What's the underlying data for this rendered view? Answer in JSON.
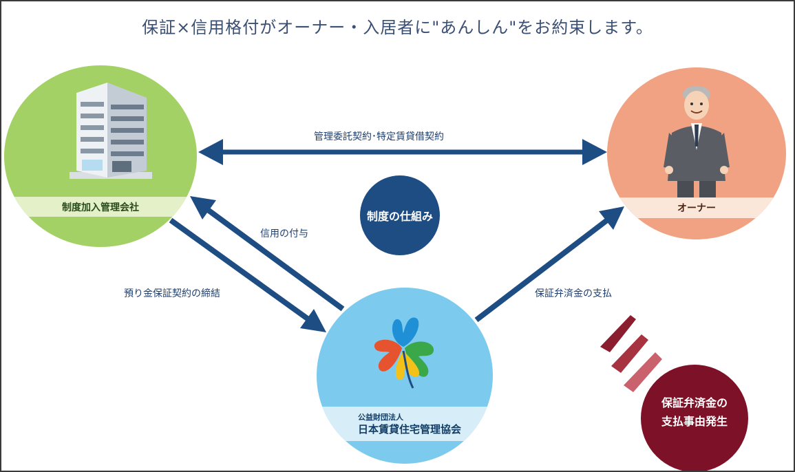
{
  "title": "保証×信用格付がオーナー・入居者に\"あんしん\"をお約束します。",
  "nodes": {
    "company": {
      "label": "制度加入管理会社"
    },
    "owner": {
      "label": "オーナー"
    },
    "association": {
      "sublabel": "公益財団法人",
      "label": "日本賃貸住宅管理協会"
    },
    "core": {
      "label": "制度の仕組み"
    },
    "event": {
      "line1": "保証弁済金の",
      "line2": "支払事由発生"
    }
  },
  "edges": {
    "contract": "管理委託契約･特定賃貸借契約",
    "credit": "信用の付与",
    "deposit": "預り金保証契約の締結",
    "payment": "保証弁済金の支払"
  },
  "colors": {
    "arrow": "#1d4d83",
    "company": "#a4d165",
    "owner": "#f0a282",
    "association": "#7ccaed",
    "core": "#1d4d83",
    "event": "#7d1127",
    "chevron": "#b84a55"
  },
  "icons": [
    "office-building-icon",
    "businessman-icon",
    "clover-logo-icon",
    "alert-chevrons-icon"
  ]
}
